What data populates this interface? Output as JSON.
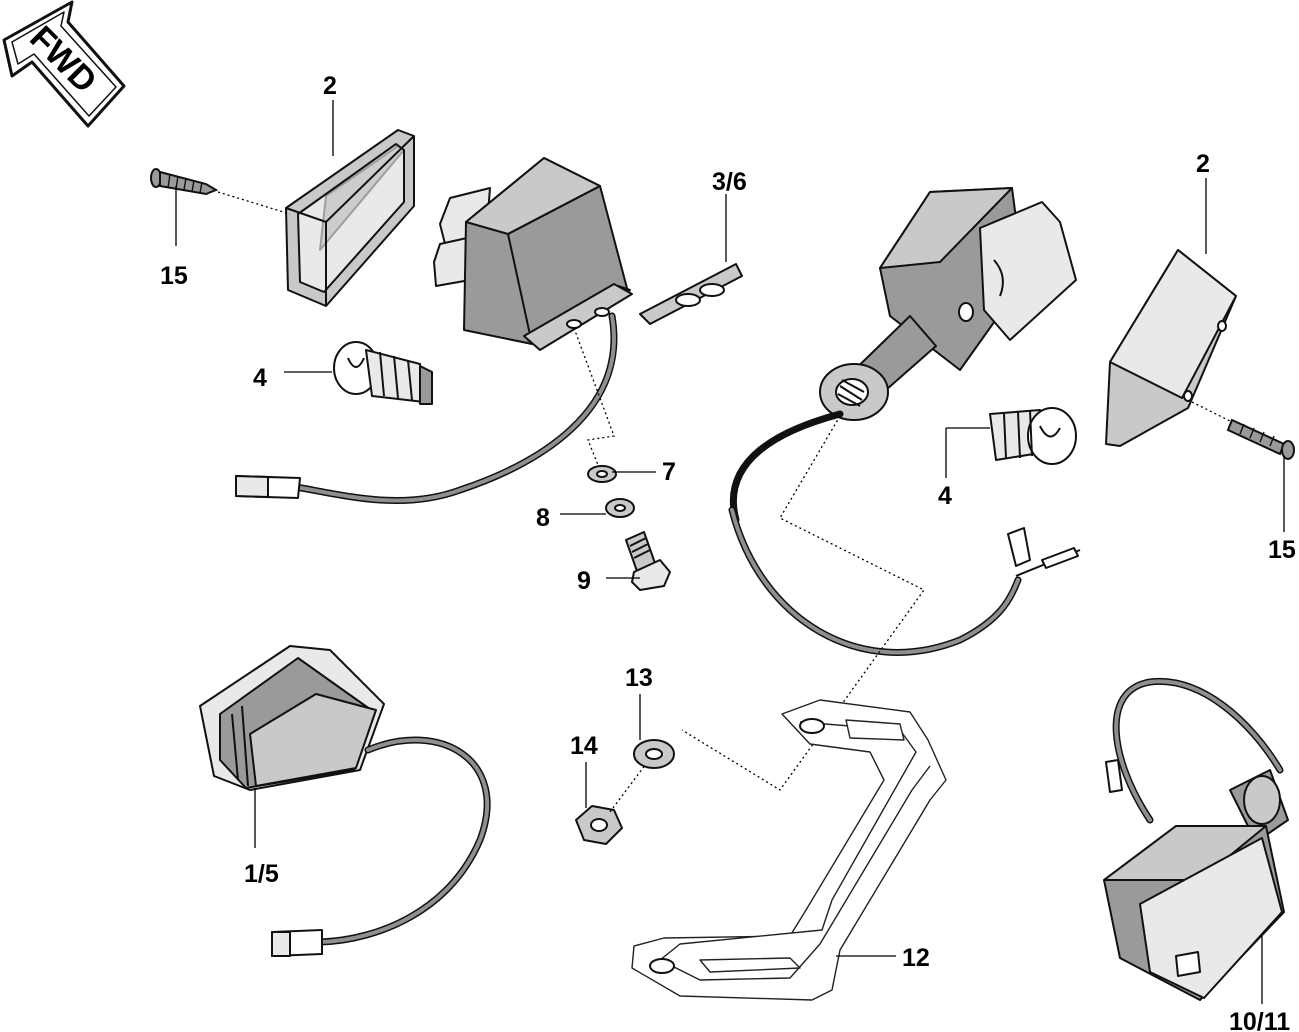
{
  "fwd_arrow": {
    "label": "FWD"
  },
  "callouts": {
    "c2_left": "2",
    "c15_left": "15",
    "c4_left": "4",
    "c3_6": "3/6",
    "c7": "7",
    "c8": "8",
    "c9": "9",
    "c2_right": "2",
    "c4_right": "4",
    "c15_right": "15",
    "c13": "13",
    "c14": "14",
    "c1_5": "1/5",
    "c12": "12",
    "c10_11": "10/11"
  }
}
